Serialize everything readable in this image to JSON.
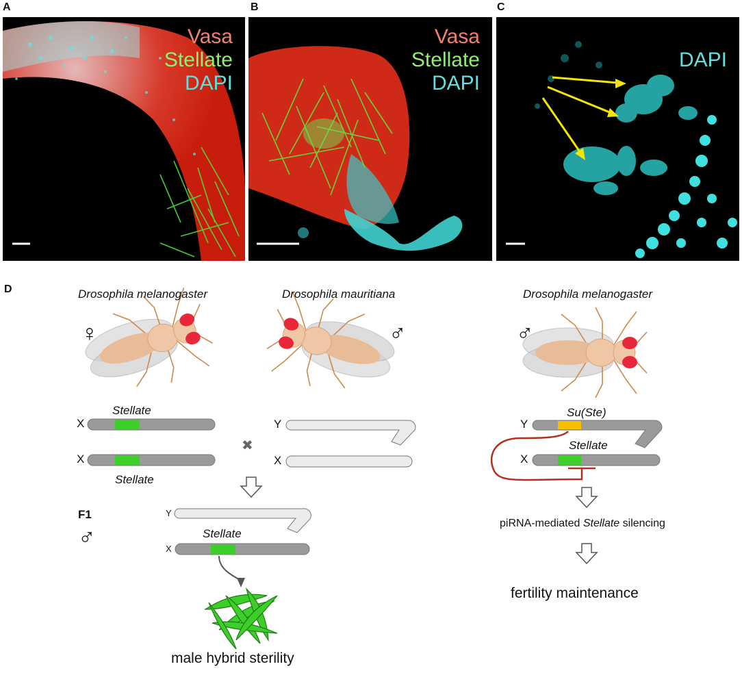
{
  "panels": {
    "a": {
      "letter": "A",
      "stains": [
        "Vasa",
        "Stellate",
        "DAPI"
      ],
      "stain_colors": [
        "#f08070",
        "#90ee70",
        "#66dddd"
      ]
    },
    "b": {
      "letter": "B",
      "stains": [
        "Vasa",
        "Stellate",
        "DAPI"
      ],
      "stain_colors": [
        "#f08070",
        "#90ee70",
        "#66dddd"
      ]
    },
    "c": {
      "letter": "C",
      "stains": [
        "DAPI"
      ],
      "stain_colors": [
        "#66dddd"
      ]
    },
    "d": {
      "letter": "D",
      "species_left": "Drosophila melanogaster",
      "species_middle": "Drosophila mauritiana",
      "species_right": "Drosophila melanogaster",
      "female_symbol": "♀",
      "male_symbol": "♂",
      "chrom_x": "X",
      "chrom_y": "Y",
      "stellate": "Stellate",
      "su_ste": "Su(Ste)",
      "cross_symbol": "✖",
      "f1_label": "F1",
      "silencing_prefix": "piRNA-mediated ",
      "silencing_italic": "Stellate",
      "silencing_suffix": " silencing",
      "fertility": "fertility maintenance",
      "sterility": "male hybrid sterility"
    }
  },
  "colors": {
    "vasa_red": "#d81c0c",
    "stellate_green": "#3ccf2a",
    "dapi_cyan": "#3fd6d6",
    "su_ste_yellow": "#f6c000",
    "chromosome_dark": "#9a9a9a",
    "chromosome_light": "#ececec",
    "arrow_yellow": "#f5e600",
    "silencing_line": "#b5301a"
  }
}
